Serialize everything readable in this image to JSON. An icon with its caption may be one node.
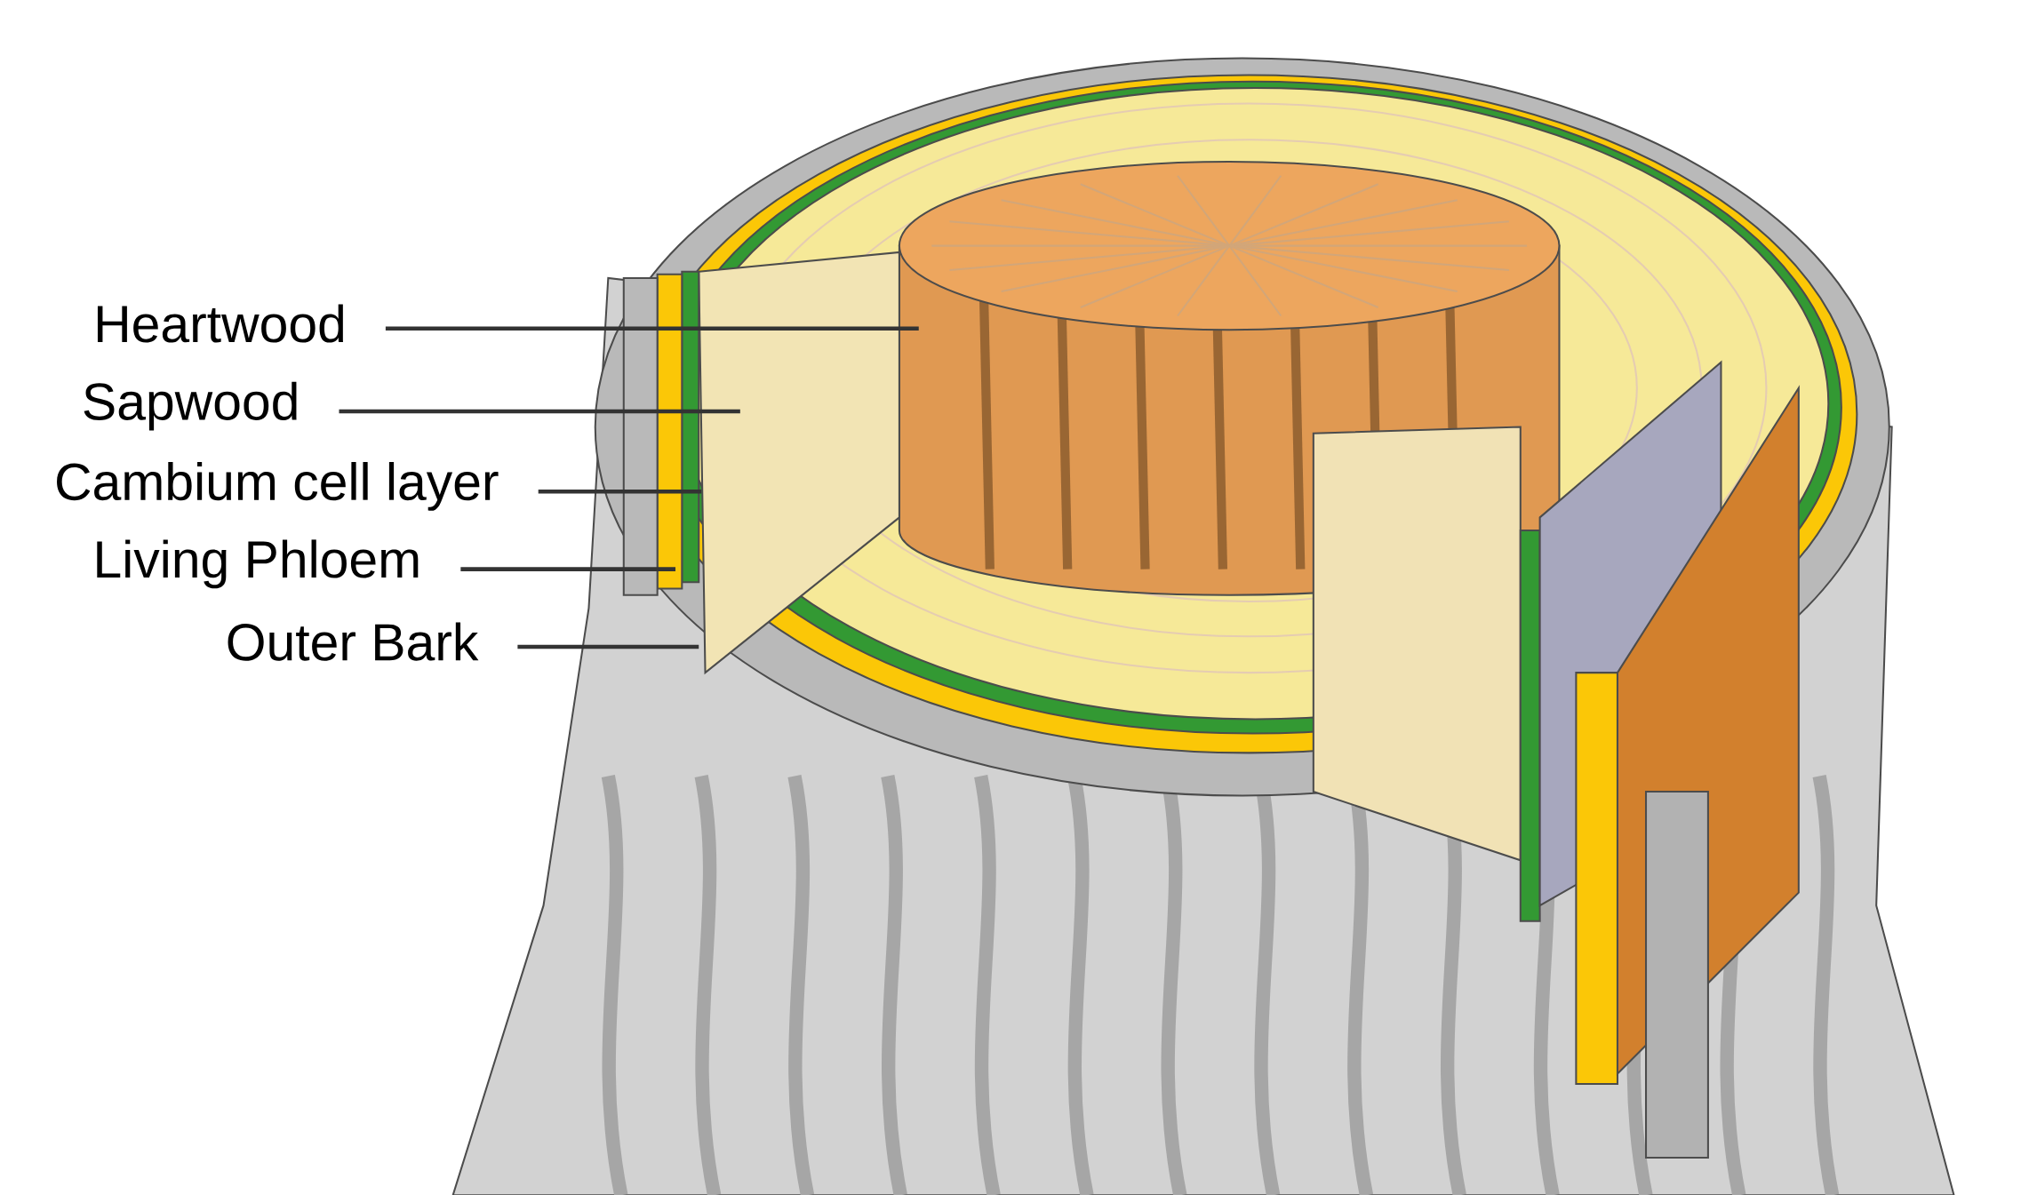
{
  "diagram": {
    "nodes": [
      {
        "text": [
          "Heartwood"
        ]
      },
      {
        "text": [
          "Sapwood"
        ]
      },
      {
        "text": [
          "Cambium cell layer"
        ]
      },
      {
        "text": [
          "Living Phloem"
        ]
      },
      {
        "text": [
          "Outer Bark"
        ]
      }
    ],
    "edges": [
      {
        "from": 0,
        "to": null,
        "arrow": "none"
      },
      {
        "from": 1,
        "to": null,
        "arrow": "none"
      },
      {
        "from": 2,
        "to": null,
        "arrow": "none"
      },
      {
        "from": 3,
        "to": null,
        "arrow": "none"
      },
      {
        "from": 4,
        "to": null,
        "arrow": "none"
      }
    ]
  }
}
